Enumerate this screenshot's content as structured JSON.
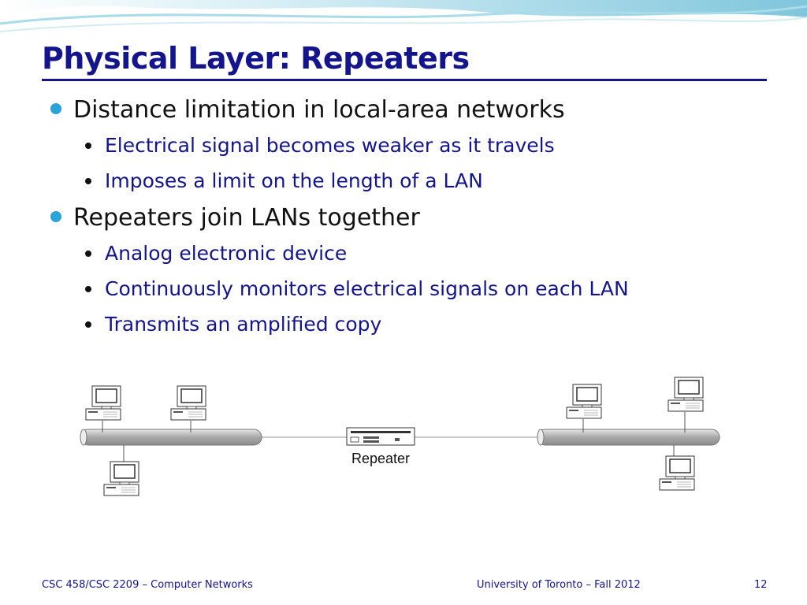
{
  "slide": {
    "title": "Physical Layer: Repeaters",
    "bullets": [
      {
        "text": "Distance limitation in local-area networks",
        "sub": [
          "Electrical signal becomes weaker as it travels",
          "Imposes a limit on the length of a LAN"
        ]
      },
      {
        "text": "Repeaters join LANs together",
        "sub": [
          "Analog electronic device",
          "Continuously monitors electrical signals on each LAN",
          "Transmits an amplified copy"
        ]
      }
    ]
  },
  "diagram": {
    "repeater_label": "Repeater"
  },
  "footer": {
    "course": "CSC 458/CSC 2209 – Computer Networks",
    "institution": "University of Toronto – Fall 2012",
    "page": "12"
  },
  "colors": {
    "title": "#14148c",
    "bullet_l1": "#29a3d9",
    "sub_text": "#14148c",
    "wave": "#7fc6dc"
  }
}
